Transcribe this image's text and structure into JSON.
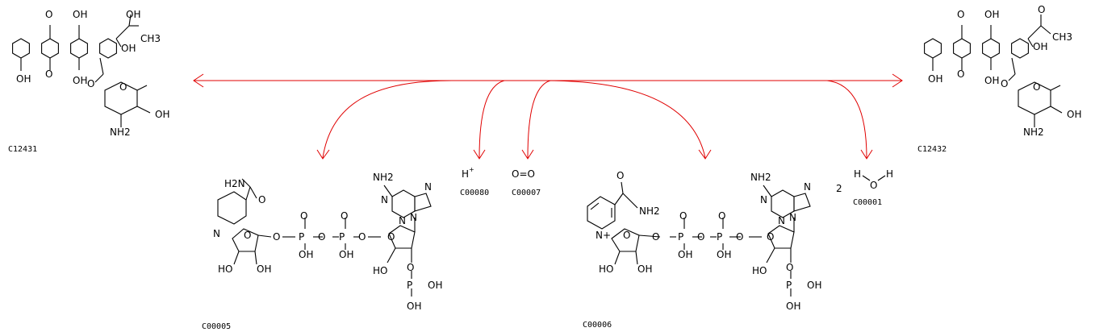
{
  "colors": {
    "arrow": "#e00000",
    "structure": "#000000",
    "background": "#ffffff"
  },
  "compounds": {
    "c12431": {
      "id": "C12431",
      "atoms": [
        "O",
        "OH",
        "OH",
        "OH",
        "CH3",
        "OH",
        "O",
        "OH",
        "O",
        "O",
        "OH",
        "NH2"
      ]
    },
    "c12432": {
      "id": "C12432",
      "atoms": [
        "O",
        "OH",
        "O",
        "CH3",
        "OH",
        "OH",
        "O",
        "OH",
        "O",
        "O",
        "OH",
        "NH2"
      ]
    },
    "c00005": {
      "id": "C00005",
      "atoms": [
        "H2N",
        "O",
        "N",
        "O",
        "O",
        "P",
        "O",
        "O",
        "P",
        "O",
        "O",
        "OH",
        "OH",
        "HO",
        "OH",
        "N",
        "N",
        "N",
        "N",
        "NH2",
        "O",
        "HO",
        "O",
        "P",
        "OH",
        "OH"
      ]
    },
    "c00006": {
      "id": "C00006",
      "atoms": [
        "O",
        "NH2",
        "N+",
        "O",
        "O",
        "P",
        "O",
        "O",
        "P",
        "O",
        "O",
        "OH",
        "OH",
        "HO",
        "OH",
        "N",
        "N",
        "N",
        "N",
        "NH2",
        "O",
        "HO",
        "O",
        "P",
        "OH",
        "OH"
      ]
    },
    "c00080": {
      "id": "C00080",
      "formula": "H",
      "charge": "+"
    },
    "c00007": {
      "id": "C00007",
      "formula": "O=O"
    },
    "c00001": {
      "id": "C00001",
      "coefficient": "2",
      "atoms": [
        "H",
        "O",
        "H"
      ]
    }
  }
}
